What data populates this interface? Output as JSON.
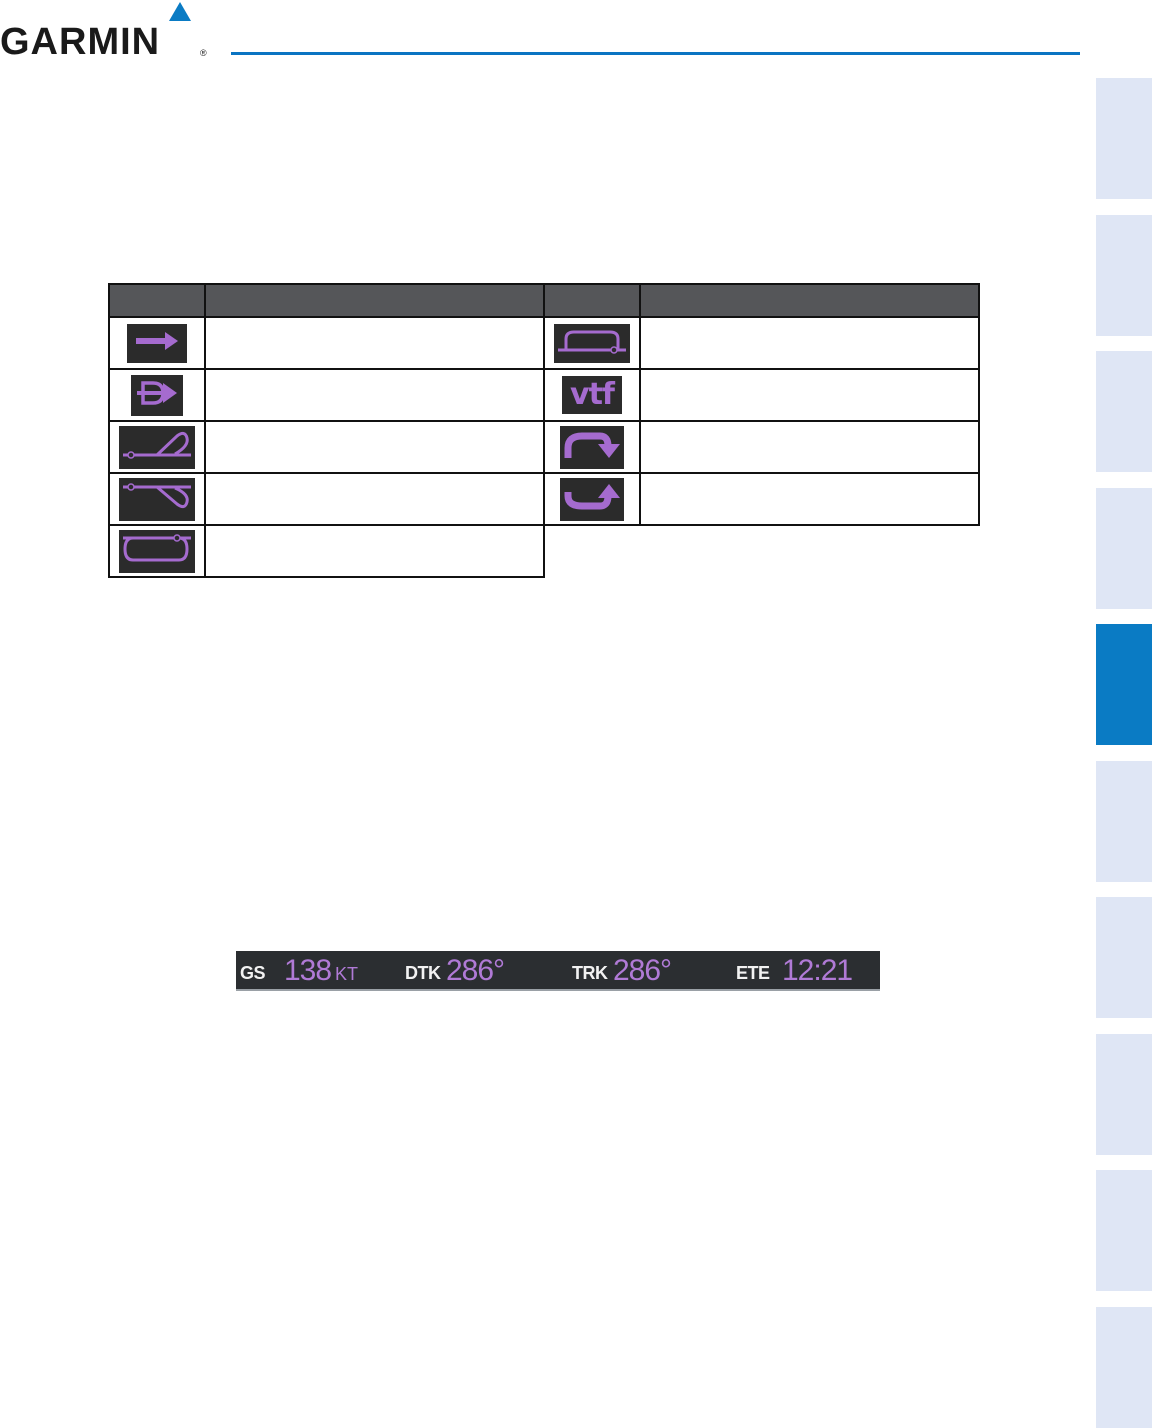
{
  "header": {
    "logo_text": "GARMIN",
    "logo_registered": "®",
    "accent_color": "#0a74c2"
  },
  "side_tabs": [
    {
      "active": false
    },
    {
      "active": false
    },
    {
      "active": false
    },
    {
      "active": false
    },
    {
      "active": true
    },
    {
      "active": false
    },
    {
      "active": false
    },
    {
      "active": false
    },
    {
      "active": false
    },
    {
      "active": false
    }
  ],
  "symbol_table": {
    "rows": [
      {
        "left_icon": "direct-to-arrow-icon",
        "right_icon": "holding-pattern-icon"
      },
      {
        "left_icon": "direct-to-symbol-icon",
        "right_icon": "vtf-icon",
        "right_icon_text": "vtf"
      },
      {
        "left_icon": "procedure-turn-left-icon",
        "right_icon": "turn-right-arrow-icon"
      },
      {
        "left_icon": "procedure-turn-right-icon",
        "right_icon": "turn-left-arrow-icon"
      },
      {
        "left_icon": "racetrack-pattern-icon"
      }
    ],
    "icon_color": "#a56bcf"
  },
  "navigation_data_bar": {
    "gs_label": "GS",
    "gs_value": "138",
    "gs_unit": "KT",
    "dtk_label": "DTK",
    "dtk_value": "286°",
    "trk_label": "TRK",
    "trk_value": "286°",
    "ete_label": "ETE",
    "ete_value": "12:21",
    "value_color": "#b07ad6"
  }
}
